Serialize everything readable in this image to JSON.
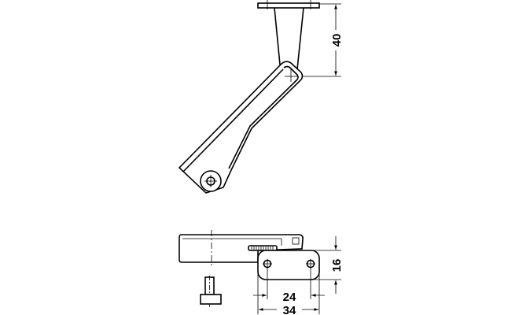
{
  "drawing": {
    "top_view": {
      "dimension_height": "40"
    },
    "bottom_view": {
      "dimension_plate_height": "16",
      "dimension_hole_spacing": "24",
      "dimension_plate_width": "34"
    }
  }
}
